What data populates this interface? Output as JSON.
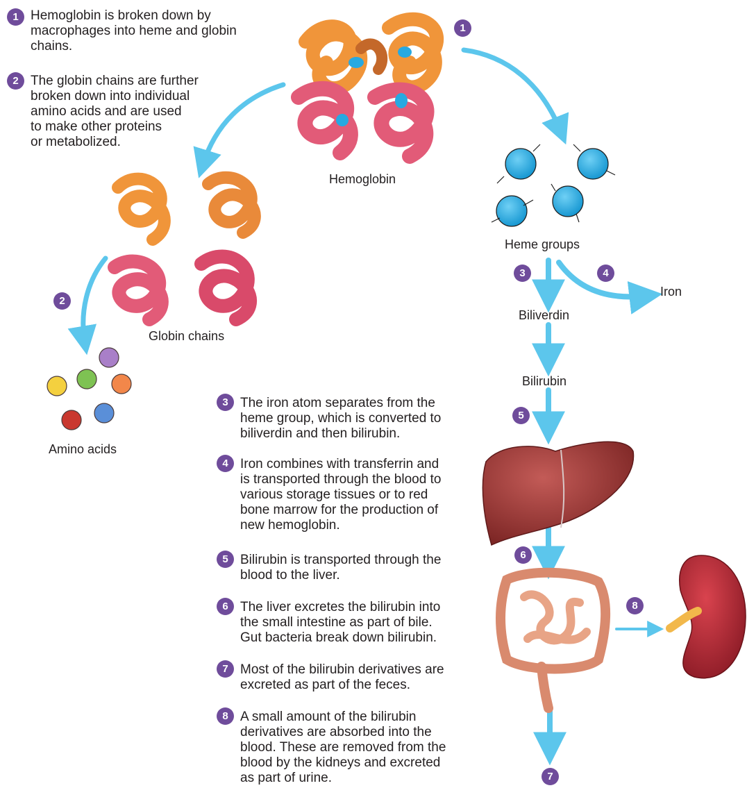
{
  "colors": {
    "badge": "#6f4c9b",
    "arrow": "#5cc6ec",
    "globin_alpha": "#f0953a",
    "globin_beta": "#e25b78",
    "heme": "#27a9e1",
    "liver": "#9e3a39",
    "kidney": "#b52835",
    "intestine": "#e8a486"
  },
  "icons": [
    "hemoglobin-icon",
    "globin-chains-icon",
    "amino-acid-icon",
    "heme-group-icon",
    "liver-icon",
    "intestine-icon",
    "kidney-icon",
    "flow-arrow-icon"
  ],
  "amino_acid_colors": [
    "#a97fc8",
    "#f4d03f",
    "#7ec253",
    "#f2874a",
    "#c9382f",
    "#5a8fd8"
  ],
  "steps": [
    {
      "num": "1",
      "text": "Hemoglobin is broken down by\nmacrophages into heme and globin\nchains."
    },
    {
      "num": "2",
      "text": "The globin chains are further\nbroken down into individual\namino acids and are used\nto make other proteins\nor metabolized."
    },
    {
      "num": "3",
      "text": "The iron atom separates from the\nheme group, which is converted to\nbiliverdin and then bilirubin."
    },
    {
      "num": "4",
      "text": "Iron combines with transferrin and\nis transported through the blood to\nvarious storage tissues or to red\nbone marrow for the production of\nnew hemoglobin."
    },
    {
      "num": "5",
      "text": "Bilirubin is transported through the\nblood to the liver."
    },
    {
      "num": "6",
      "text": "The liver excretes the bilirubin into\nthe small intestine as part of bile.\nGut bacteria break down bilirubin."
    },
    {
      "num": "7",
      "text": "Most of the bilirubin derivatives are\nexcreted as part of the feces."
    },
    {
      "num": "8",
      "text": "A small amount of the bilirubin\nderivatives are absorbed into the\nblood. These are removed from the\nblood by the kidneys and excreted\nas part of urine."
    }
  ],
  "labels": {
    "hemoglobin": "Hemoglobin",
    "globin_chains": "Globin chains",
    "amino_acids": "Amino acids",
    "heme_groups": "Heme groups",
    "iron": "Iron",
    "biliverdin": "Biliverdin",
    "bilirubin": "Bilirubin"
  }
}
